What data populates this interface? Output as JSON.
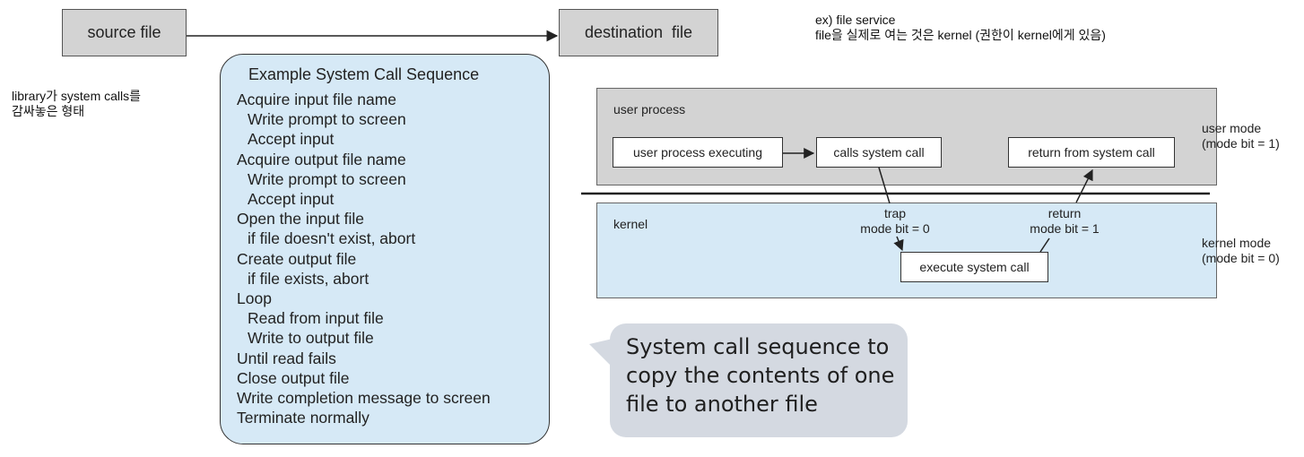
{
  "top": {
    "source_file": "source file",
    "destination_file": "destination  file"
  },
  "notes": {
    "library_line1": "library가 system calls를",
    "library_line2": "감싸놓은 형태",
    "ex_line1": "ex) file service",
    "ex_line2": "file을 실제로 여는 것은 kernel (권한이 kernel에게 있음)"
  },
  "sequence": {
    "title": "Example System Call Sequence",
    "lines": [
      {
        "text": "Acquire input file name",
        "indent": false
      },
      {
        "text": "Write prompt to screen",
        "indent": true
      },
      {
        "text": "Accept input",
        "indent": true
      },
      {
        "text": "Acquire output file name",
        "indent": false
      },
      {
        "text": "Write prompt to screen",
        "indent": true
      },
      {
        "text": "Accept input",
        "indent": true
      },
      {
        "text": "Open the input file",
        "indent": false
      },
      {
        "text": "if file doesn't exist, abort",
        "indent": true
      },
      {
        "text": "Create output file",
        "indent": false
      },
      {
        "text": "if file exists, abort",
        "indent": true
      },
      {
        "text": "Loop",
        "indent": false
      },
      {
        "text": "Read from input file",
        "indent": true
      },
      {
        "text": "Write to output file",
        "indent": true
      },
      {
        "text": "Until read fails",
        "indent": false
      },
      {
        "text": "Close output file",
        "indent": false
      },
      {
        "text": "Write completion message to screen",
        "indent": false
      },
      {
        "text": "Terminate normally",
        "indent": false
      }
    ]
  },
  "modes": {
    "user_process_label": "user process",
    "kernel_label": "kernel",
    "user_process_executing": "user process executing",
    "calls_system_call": "calls system call",
    "return_from_system_call": "return from system call",
    "execute_system_call": "execute system call",
    "trap_line1": "trap",
    "trap_line2": "mode bit = 0",
    "return_line1": "return",
    "return_line2": "mode bit = 1",
    "user_mode_line1": "user mode",
    "user_mode_line2": "(mode bit = 1)",
    "kernel_mode_line1": "kernel mode",
    "kernel_mode_line2": "(mode bit = 0)"
  },
  "caption": {
    "line1": "System call sequence to",
    "line2": "copy the contents of one",
    "line3": "file to another file"
  },
  "colors": {
    "gray_fill": "#d3d3d3",
    "blue_fill": "#d6e9f6",
    "bubble_fill": "#d4d9e1"
  }
}
